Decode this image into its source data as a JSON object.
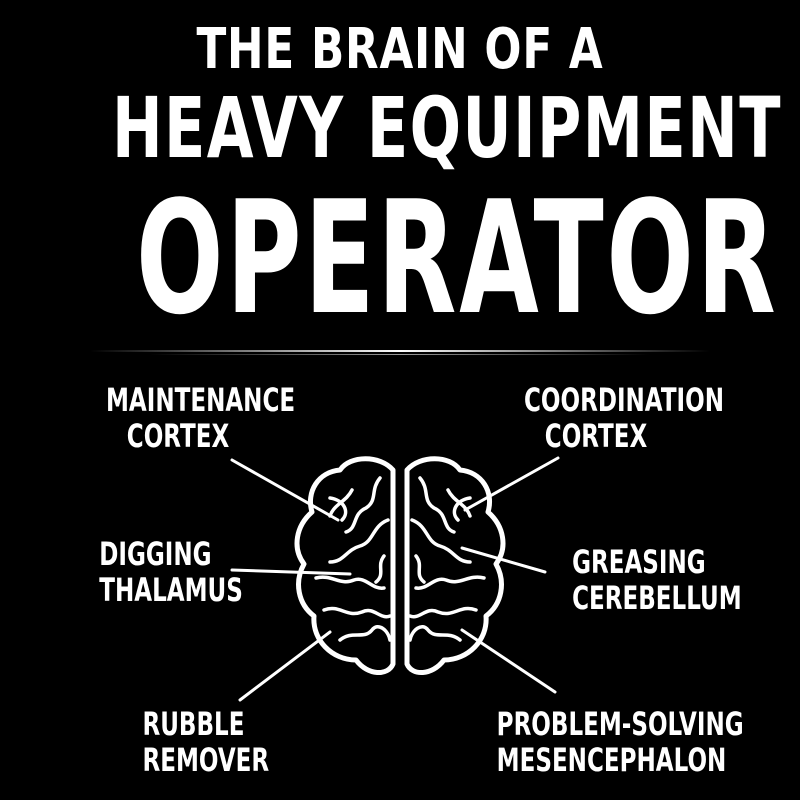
{
  "title": {
    "line1": "THE BRAIN OF A",
    "line2": "HEAVY EQUIPMENT",
    "line3": "OPERATOR"
  },
  "labels": {
    "maintenance": [
      "MAINTENANCE",
      "CORTEX"
    ],
    "coordination": [
      "COORDINATION",
      "CORTEX"
    ],
    "digging": [
      "DIGGING",
      "THALAMUS"
    ],
    "greasing": [
      "GREASING",
      "CEREBELLUM"
    ],
    "rubble": [
      "RUBBLE",
      "REMOVER"
    ],
    "problem": [
      "PROBLEM-SOLVING",
      "MESENCEPHALON"
    ]
  },
  "icons": {
    "brain": "brain-icon"
  },
  "colors": {
    "background": "#000000",
    "foreground": "#ffffff"
  }
}
